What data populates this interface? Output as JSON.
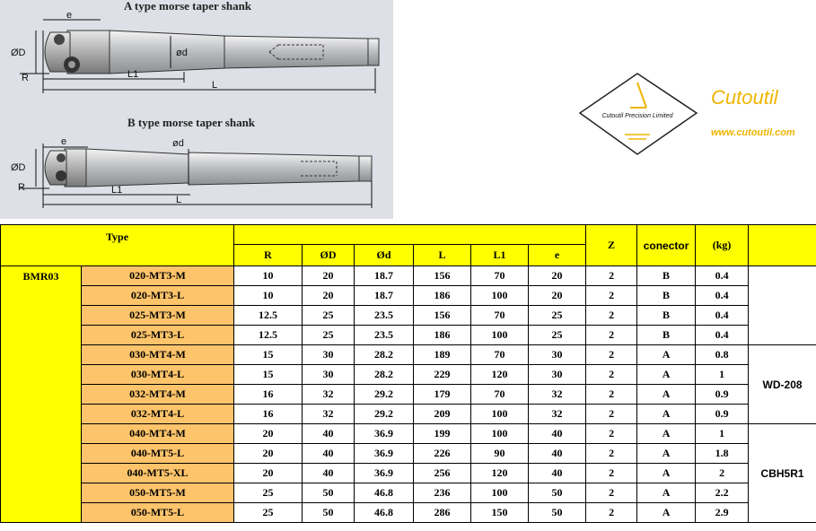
{
  "diagram": {
    "title_a": "A type morse taper shank",
    "title_b": "B type morse taper shank",
    "labels_a": {
      "e": "e",
      "OD": "ØD",
      "od": "ød",
      "R": "R",
      "L1": "L1",
      "L": "L"
    },
    "labels_b": {
      "e": "e",
      "OD": "ØD",
      "od": "ød",
      "R": "R",
      "L1": "L1",
      "L": "L"
    }
  },
  "logo": {
    "badge_text": "Cutoutil Precision Limited",
    "brand": "Cutoutil",
    "website": "www.cutoutil.com",
    "color": "#f0b400"
  },
  "table": {
    "type_label": "Type",
    "headers": [
      "R",
      "ØD",
      "Ød",
      "L",
      "L1",
      "e"
    ],
    "z_label": "Z",
    "connector_label": "conector",
    "kg_label": "(kg)",
    "series": "BMR03",
    "rows": [
      {
        "type": "020-MT3-M",
        "R": "10",
        "OD": "20",
        "od": "18.7",
        "L": "156",
        "L1": "70",
        "e": "20",
        "Z": "2",
        "conector": "B",
        "kg": "0.4"
      },
      {
        "type": "020-MT3-L",
        "R": "10",
        "OD": "20",
        "od": "18.7",
        "L": "186",
        "L1": "100",
        "e": "20",
        "Z": "2",
        "conector": "B",
        "kg": "0.4"
      },
      {
        "type": "025-MT3-M",
        "R": "12.5",
        "OD": "25",
        "od": "23.5",
        "L": "156",
        "L1": "70",
        "e": "25",
        "Z": "2",
        "conector": "B",
        "kg": "0.4"
      },
      {
        "type": "025-MT3-L",
        "R": "12.5",
        "OD": "25",
        "od": "23.5",
        "L": "186",
        "L1": "100",
        "e": "25",
        "Z": "2",
        "conector": "B",
        "kg": "0.4"
      },
      {
        "type": "030-MT4-M",
        "R": "15",
        "OD": "30",
        "od": "28.2",
        "L": "189",
        "L1": "70",
        "e": "30",
        "Z": "2",
        "conector": "A",
        "kg": "0.8"
      },
      {
        "type": "030-MT4-L",
        "R": "15",
        "OD": "30",
        "od": "28.2",
        "L": "229",
        "L1": "120",
        "e": "30",
        "Z": "2",
        "conector": "A",
        "kg": "1"
      },
      {
        "type": "032-MT4-M",
        "R": "16",
        "OD": "32",
        "od": "29.2",
        "L": "179",
        "L1": "70",
        "e": "32",
        "Z": "2",
        "conector": "A",
        "kg": "0.9"
      },
      {
        "type": "032-MT4-L",
        "R": "16",
        "OD": "32",
        "od": "29.2",
        "L": "209",
        "L1": "100",
        "e": "32",
        "Z": "2",
        "conector": "A",
        "kg": "0.9"
      },
      {
        "type": "040-MT4-M",
        "R": "20",
        "OD": "40",
        "od": "36.9",
        "L": "199",
        "L1": "100",
        "e": "40",
        "Z": "2",
        "conector": "A",
        "kg": "1"
      },
      {
        "type": "040-MT5-L",
        "R": "20",
        "OD": "40",
        "od": "36.9",
        "L": "226",
        "L1": "90",
        "e": "40",
        "Z": "2",
        "conector": "A",
        "kg": "1.8"
      },
      {
        "type": "040-MT5-XL",
        "R": "20",
        "OD": "40",
        "od": "36.9",
        "L": "256",
        "L1": "120",
        "e": "40",
        "Z": "2",
        "conector": "A",
        "kg": "2"
      },
      {
        "type": "050-MT5-M",
        "R": "25",
        "OD": "50",
        "od": "46.8",
        "L": "236",
        "L1": "100",
        "e": "50",
        "Z": "2",
        "conector": "A",
        "kg": "2.2"
      },
      {
        "type": "050-MT5-L",
        "R": "25",
        "OD": "50",
        "od": "46.8",
        "L": "286",
        "L1": "150",
        "e": "50",
        "Z": "2",
        "conector": "A",
        "kg": "2.9"
      }
    ],
    "insert_groups": [
      {
        "label": "",
        "rows": 4
      },
      {
        "label": "WD-208",
        "rows": 4
      },
      {
        "label": "CBH5R1",
        "rows": 5
      }
    ]
  }
}
